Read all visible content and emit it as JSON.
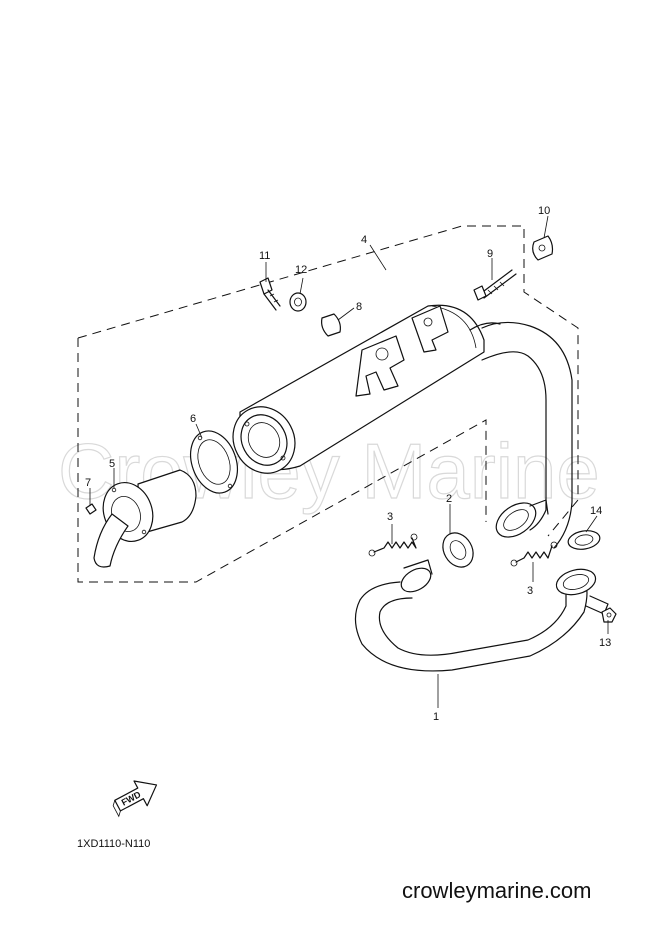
{
  "watermark": "Crowley Marine",
  "diagram_code": "1XD1110-N110",
  "website": "crowleymarine.com",
  "fwd_badge": "FWD",
  "callouts": {
    "c1": "1",
    "c2": "2",
    "c3a": "3",
    "c3b": "3",
    "c4": "4",
    "c5": "5",
    "c6": "6",
    "c7": "7",
    "c8": "8",
    "c9": "9",
    "c10": "10",
    "c11": "11",
    "c12": "12",
    "c13": "13",
    "c14": "14"
  }
}
